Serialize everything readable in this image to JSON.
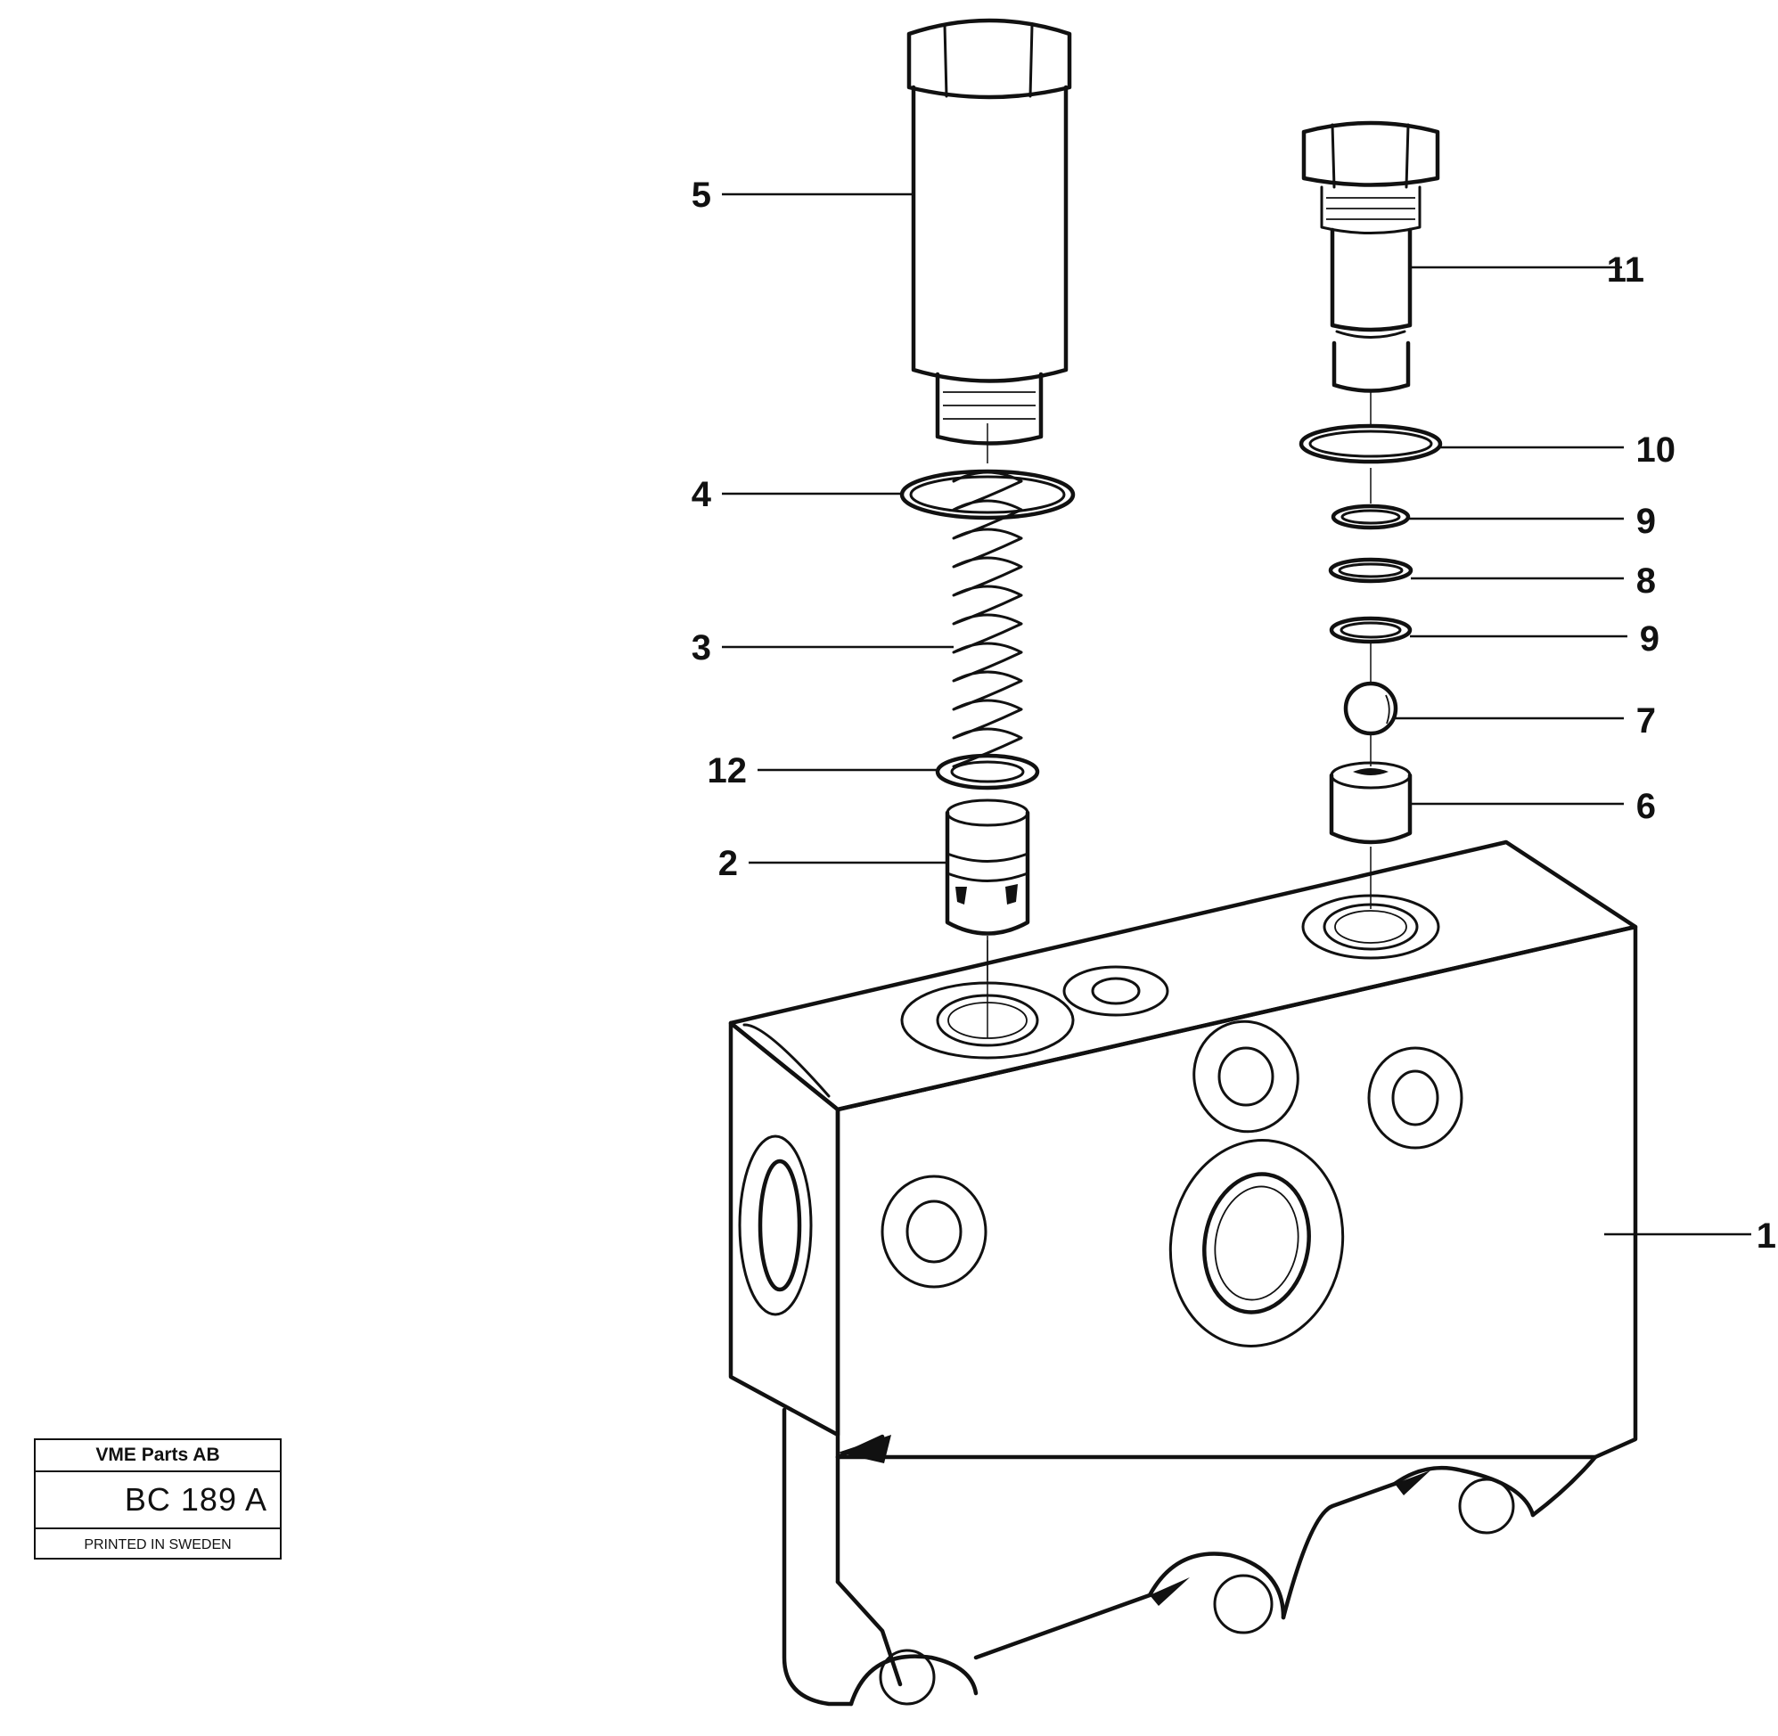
{
  "callouts": [
    {
      "num": "1",
      "part": "valve-housing"
    },
    {
      "num": "2",
      "part": "valve-cone"
    },
    {
      "num": "3",
      "part": "spring"
    },
    {
      "num": "4",
      "part": "o-ring-large"
    },
    {
      "num": "5",
      "part": "plug-cap"
    },
    {
      "num": "6",
      "part": "seat"
    },
    {
      "num": "7",
      "part": "ball"
    },
    {
      "num": "8",
      "part": "ring"
    },
    {
      "num": "9",
      "part": "o-ring-small"
    },
    {
      "num": "9",
      "part": "o-ring-small"
    },
    {
      "num": "10",
      "part": "o-ring"
    },
    {
      "num": "11",
      "part": "plug"
    },
    {
      "num": "12",
      "part": "washer"
    }
  ],
  "stamp": {
    "company": "VME Parts AB",
    "code": "BC 189 A",
    "printed": "PRINTED IN SWEDEN"
  }
}
